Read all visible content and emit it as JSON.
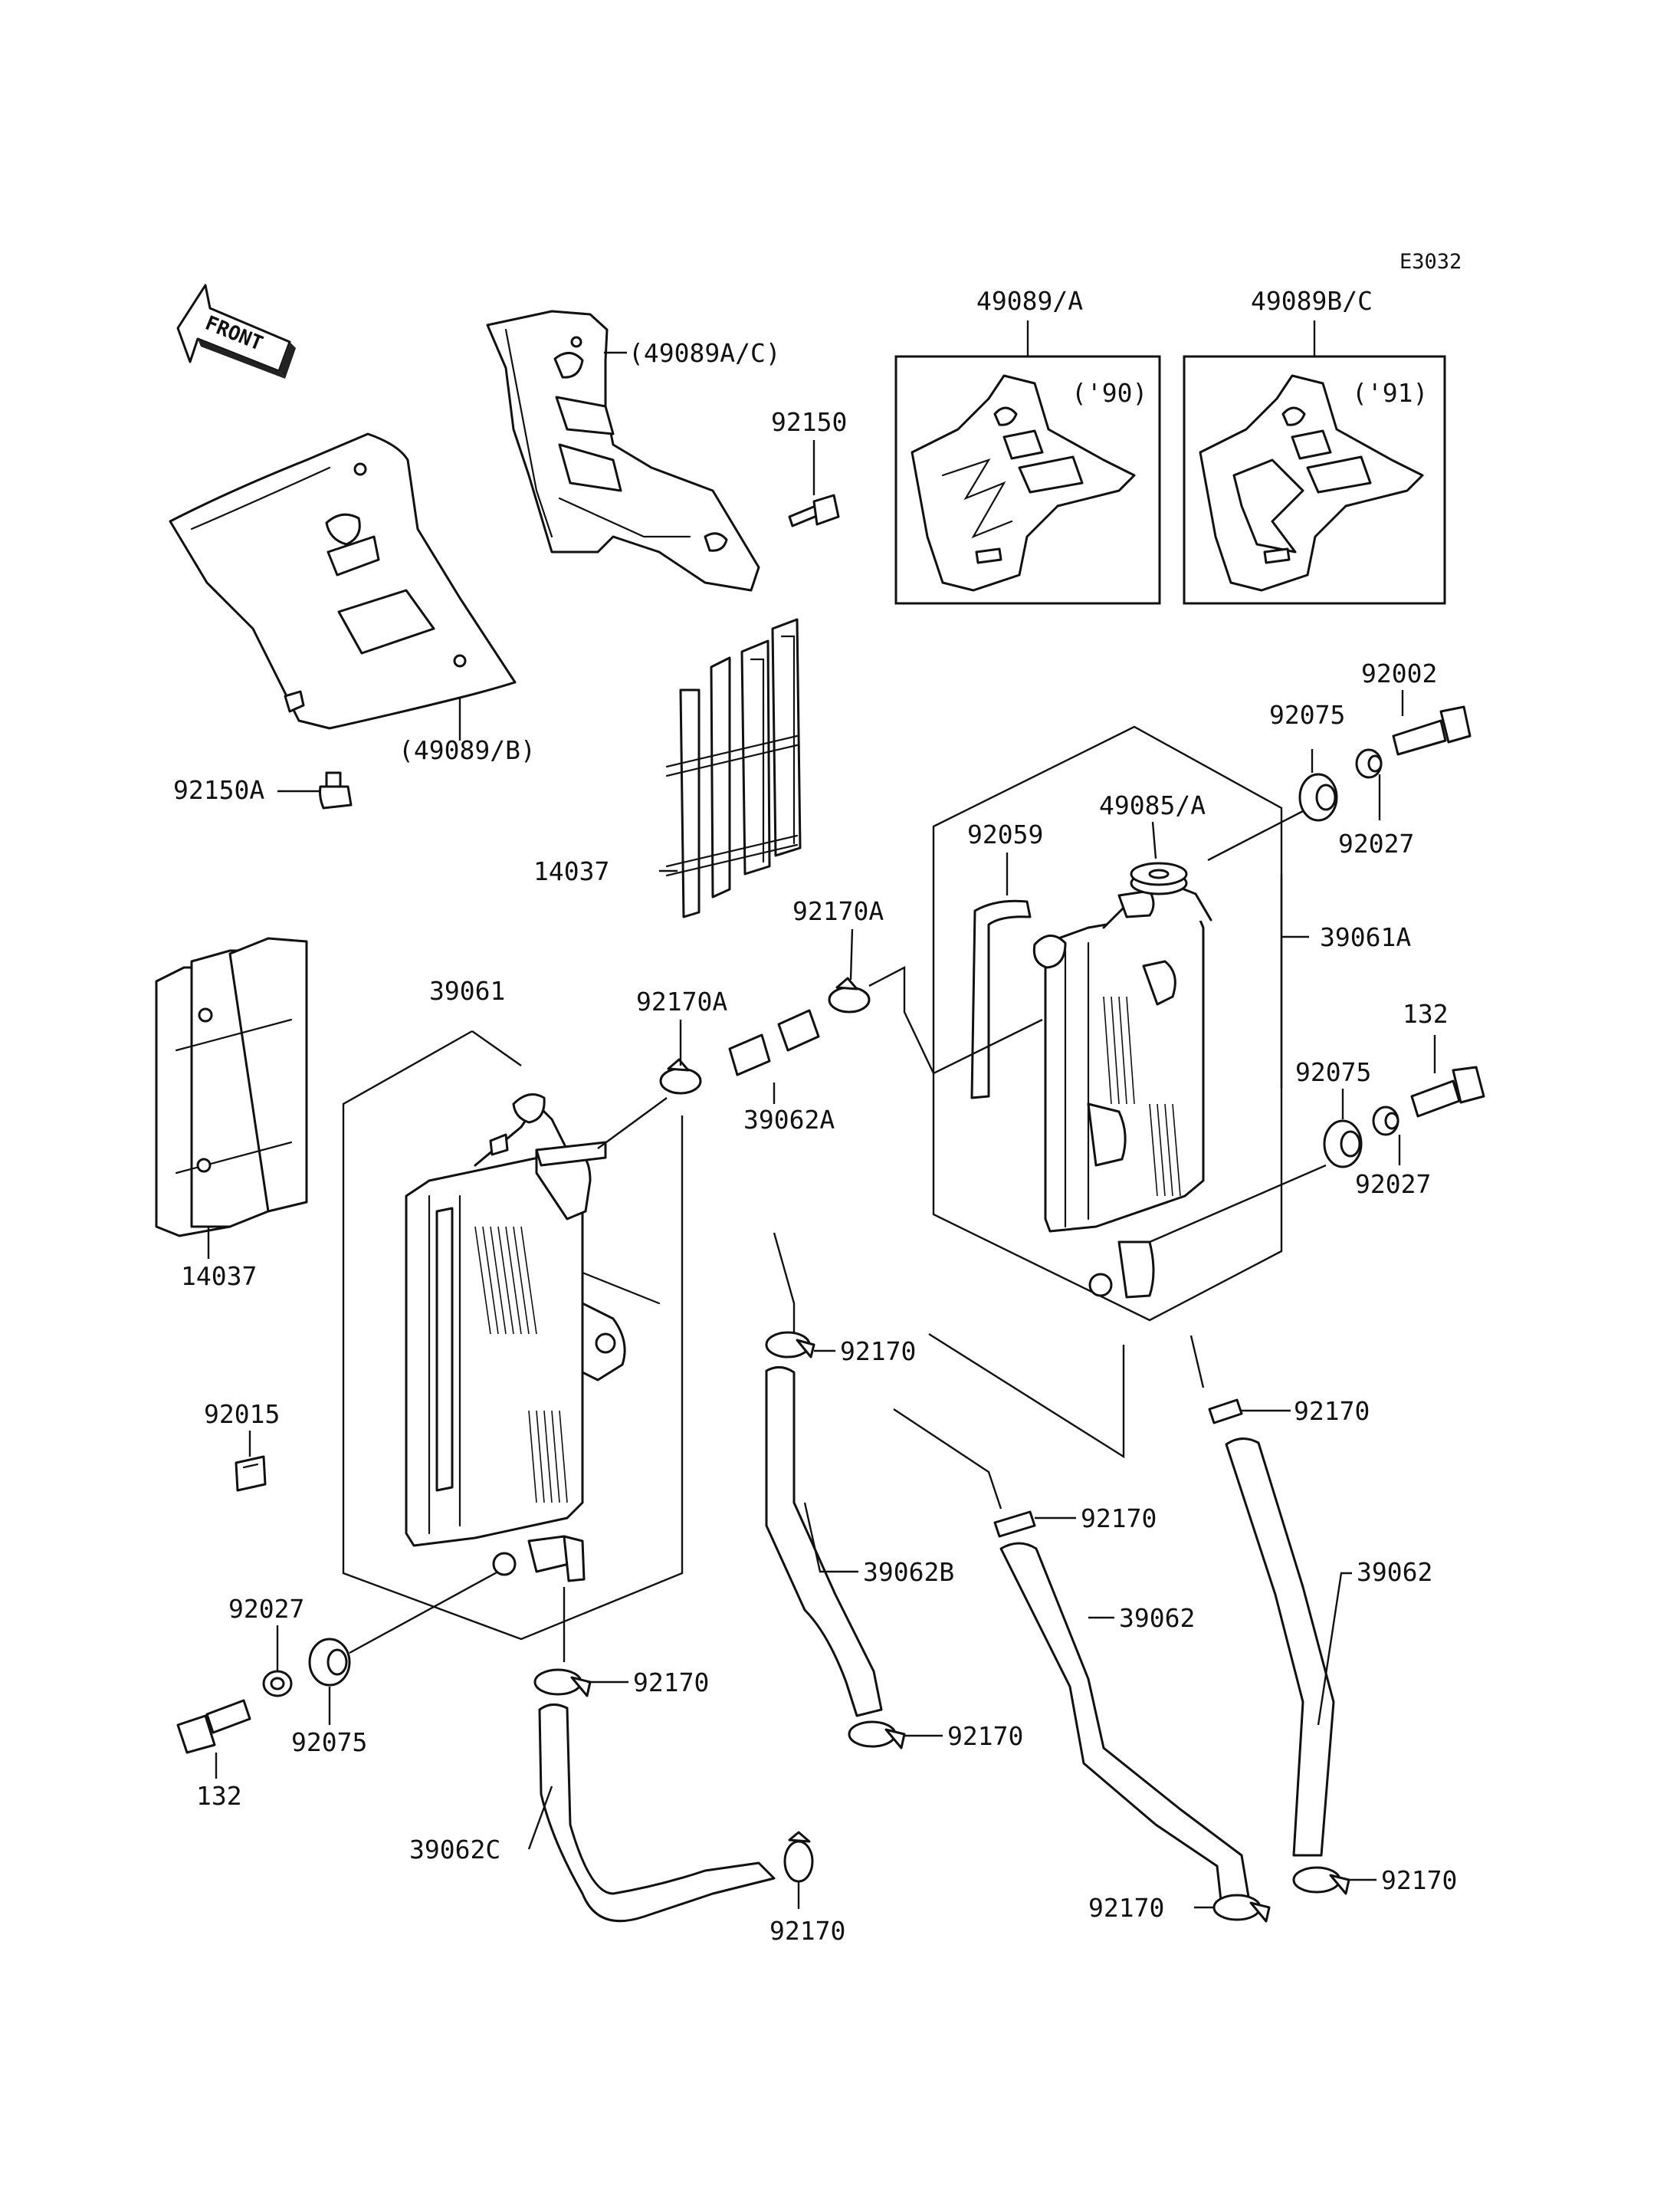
{
  "diagram": {
    "code": "E3032",
    "front_arrow_text": "FRONT",
    "labels": {
      "l_49089a_c_paren": "(49089A/C)",
      "l_92150": "92150",
      "l_49089_b_paren": "(49089/B)",
      "l_92150a": "92150A",
      "l_14037_top": "14037",
      "l_14037_left": "14037",
      "l_49089_a": "49089/A",
      "l_49089_bc": "49089B/C",
      "l_90": "('90)",
      "l_91": "('91)",
      "l_92002": "92002",
      "l_92075_top": "92075",
      "l_92027_top": "92027",
      "l_49085_a": "49085/A",
      "l_92059": "92059",
      "l_92170a_right": "92170A",
      "l_92170a_left": "92170A",
      "l_39062a": "39062A",
      "l_39061": "39061",
      "l_39061a": "39061A",
      "l_132_right": "132",
      "l_92075_right": "92075",
      "l_92027_right": "92027",
      "l_92015": "92015",
      "l_92170_mid": "92170",
      "l_92170_rmid": "92170",
      "l_92170_center": "92170",
      "l_39062b": "39062B",
      "l_39062_right": "39062",
      "l_39062_center": "39062",
      "l_92027_left": "92027",
      "l_92075_left": "92075",
      "l_132_left": "132",
      "l_92170_left": "92170",
      "l_92170_bmid": "92170",
      "l_39062c": "39062C",
      "l_92170_bottom": "92170",
      "l_92170_bc": "92170",
      "l_92170_br": "92170"
    }
  }
}
